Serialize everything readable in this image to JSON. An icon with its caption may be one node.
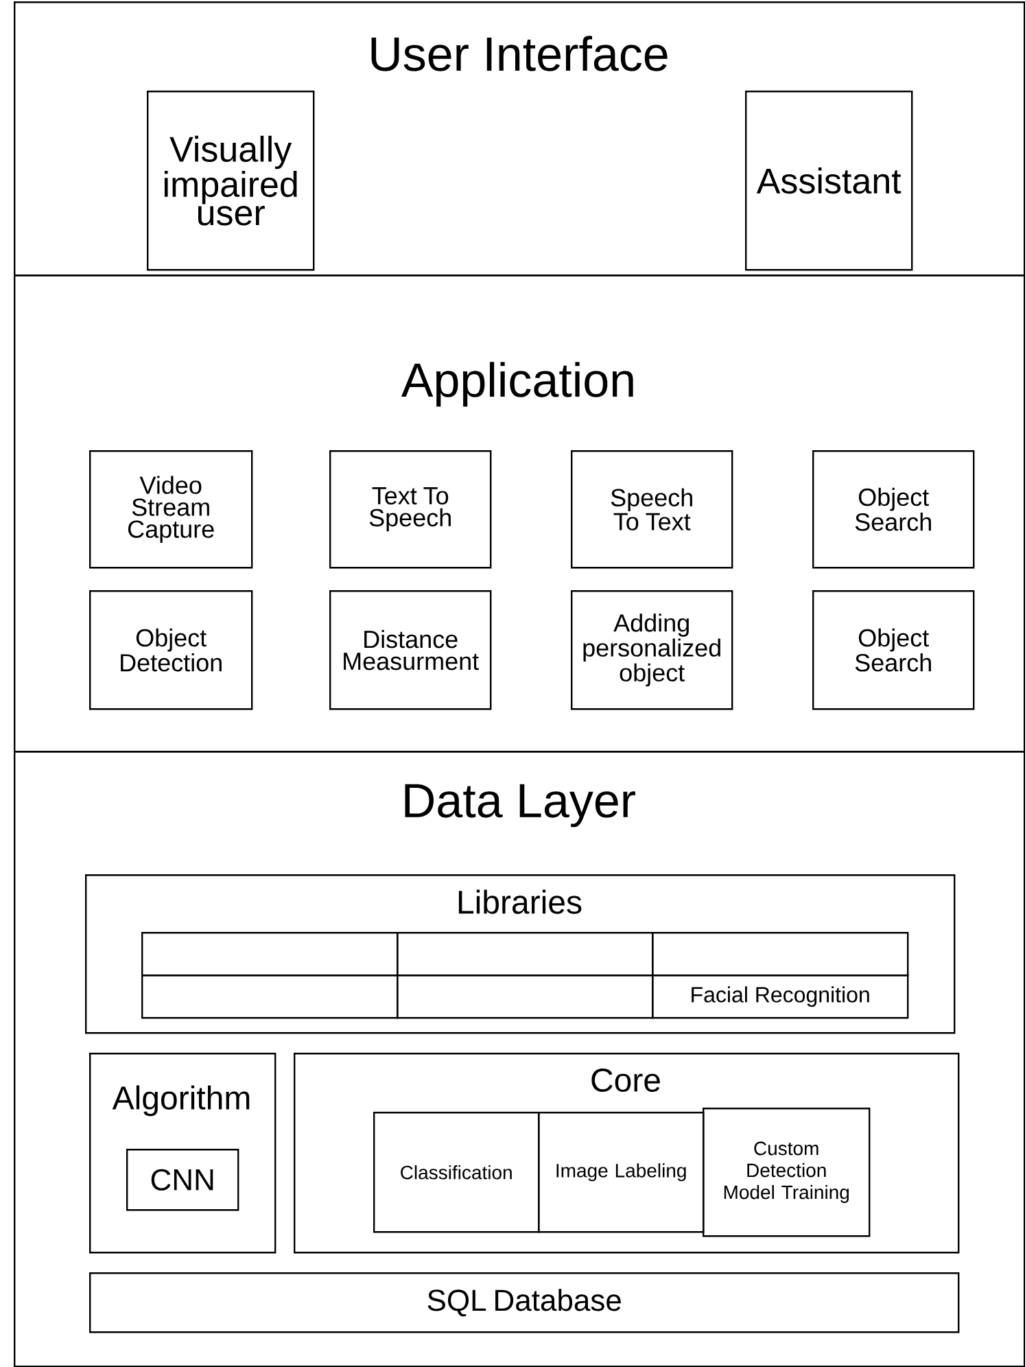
{
  "diagram": {
    "nodes": [
      {
        "text": [
          "User Interface"
        ]
      },
      {
        "text": [
          "Visually impaired user"
        ],
        "in": 0
      },
      {
        "text": [
          "Assistant"
        ],
        "in": 0
      },
      {
        "text": [
          "Application"
        ]
      },
      {
        "text": [
          "Video Stream Capture"
        ],
        "in": 3
      },
      {
        "text": [
          "Text To Speech"
        ],
        "in": 3
      },
      {
        "text": [
          "Speech To Text"
        ],
        "in": 3
      },
      {
        "text": [
          "Object Search"
        ],
        "in": 3
      },
      {
        "text": [
          "Object Detection"
        ],
        "in": 3
      },
      {
        "text": [
          "Distance Measurment"
        ],
        "in": 3
      },
      {
        "text": [
          "Adding personalized object"
        ],
        "in": 3
      },
      {
        "text": [
          "Object Search"
        ],
        "in": 3
      },
      {
        "text": [
          "Data Layer"
        ]
      },
      {
        "text": [
          "Libraries"
        ],
        "in": 12
      },
      {
        "text": [],
        "shape": "box",
        "in": 13
      },
      {
        "text": [],
        "shape": "box",
        "in": 13
      },
      {
        "text": [],
        "shape": "box",
        "in": 13
      },
      {
        "text": [],
        "shape": "box",
        "in": 13
      },
      {
        "text": [],
        "shape": "box",
        "in": 13
      },
      {
        "text": [
          "Facial Recognition"
        ],
        "in": 13
      },
      {
        "text": [
          "Algorithm"
        ],
        "in": 12
      },
      {
        "text": [
          "CNN"
        ],
        "in": 20
      },
      {
        "text": [
          "Core"
        ],
        "in": 12
      },
      {
        "text": [
          "Classification"
        ],
        "in": 22
      },
      {
        "text": [
          "Image Labeling"
        ],
        "in": 22
      },
      {
        "text": [
          "Custom Detection Model Training"
        ],
        "in": 22
      },
      {
        "text": [
          "SQL Database"
        ],
        "in": 12
      }
    ]
  }
}
